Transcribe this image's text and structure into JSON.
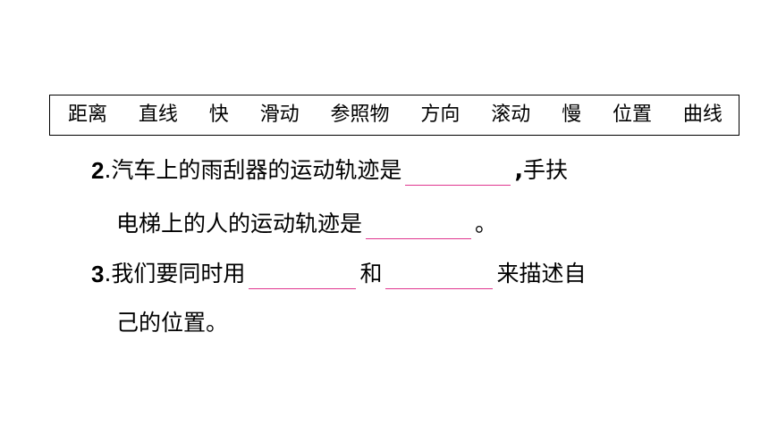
{
  "word_bank": [
    "距离",
    "直线",
    "快",
    "滑动",
    "参照物",
    "方向",
    "滚动",
    "慢",
    "位置",
    "曲线"
  ],
  "q2": {
    "number": "2",
    "dot": ".",
    "part1": "汽车上的雨刮器的运动轨迹是",
    "comma": ",",
    "part2": "手扶",
    "part3": "电梯上的人的运动轨迹是",
    "end": "。"
  },
  "q3": {
    "number": "3",
    "dot": ".",
    "part1": "我们要同时用",
    "mid": "和",
    "part2": "来描述自",
    "part3": "己的位置。"
  },
  "colors": {
    "blank_line": "#e0368f",
    "text": "#000000",
    "border": "#000000"
  }
}
